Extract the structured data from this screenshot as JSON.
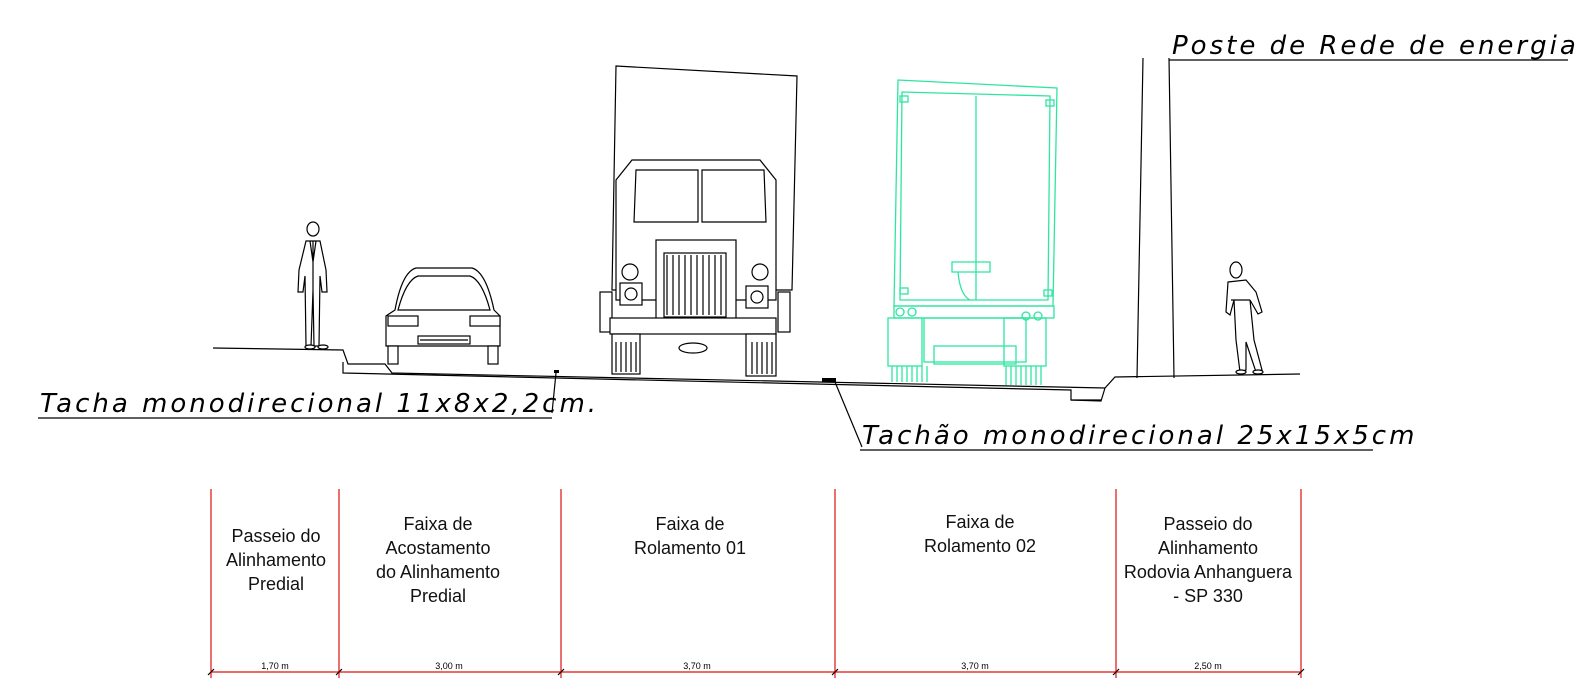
{
  "annotations": {
    "pole": "Poste de Rede de energia",
    "tacha": "Tacha monodirecional 11x8x2,2cm.",
    "tachao": "Tachão monodirecional 25x15x5cm"
  },
  "segments": [
    {
      "lines": [
        "Passeio do",
        "Alinhamento",
        "Predial"
      ],
      "width": "1,70 m"
    },
    {
      "lines": [
        "Faixa de",
        "Acostamento",
        "do Alinhamento",
        "Predial"
      ],
      "width": "3,00 m"
    },
    {
      "lines": [
        "Faixa de",
        "Rolamento 01"
      ],
      "width": "3,70 m"
    },
    {
      "lines": [
        "Faixa de",
        "Rolamento 02"
      ],
      "width": "3,70 m"
    },
    {
      "lines": [
        "Passeio do",
        "Alinhamento",
        "Rodovia Anhanguera",
        "- SP 330"
      ],
      "width": "2,50 m"
    }
  ],
  "colors": {
    "linework": "#000000",
    "rear_truck": "#2ee6a0",
    "dimension_lines": "#e01010"
  },
  "icons": [
    "pedestrian-left-icon",
    "car-front-icon",
    "truck-front-icon",
    "truck-rear-icon",
    "pedestrian-right-icon",
    "utility-pole-icon"
  ]
}
